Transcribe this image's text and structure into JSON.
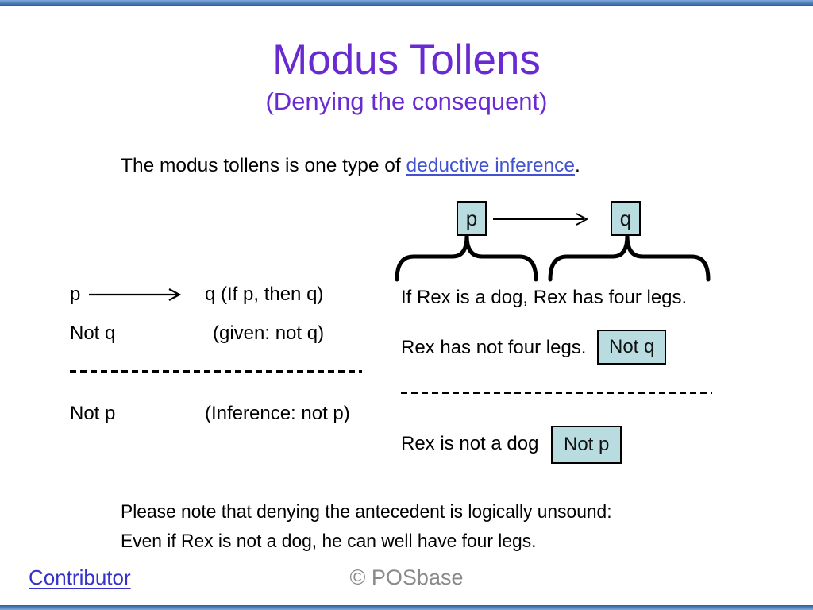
{
  "title": "Modus Tollens",
  "subtitle": "(Denying the consequent)",
  "intro": {
    "prefix": "The modus tollens is one type of ",
    "link_text": "deductive inference",
    "suffix": "."
  },
  "diagram": {
    "p_label": "p",
    "q_label": "q"
  },
  "abstract_argument": {
    "premise1_left": "p",
    "premise1_right": "q (If p, then q)",
    "premise2_left": "Not q",
    "premise2_right": "(given: not q)",
    "conclusion_left": "Not p",
    "conclusion_right": "(Inference: not p)"
  },
  "example_argument": {
    "premise1": "If Rex is a dog, Rex has four legs.",
    "premise2": "Rex has not four legs.",
    "premise2_tag": "Not q",
    "conclusion": "Rex is not a dog",
    "conclusion_tag": "Not p"
  },
  "note": {
    "line1": "Please note that denying the antecedent is logically unsound:",
    "line2": "Even if Rex is not a dog, he can well have four legs."
  },
  "footer": {
    "contributor_link": "Contributor",
    "copyright": "© POSbase"
  },
  "colors": {
    "title_purple": "#6a2ad2",
    "hyperlink_blue": "#4353d0",
    "footer_link_blue": "#3531c9",
    "copyright_gray": "#8a8a8a",
    "box_fill_cyan": "#b8dce0",
    "edge_bar_blue": "#4f81bd"
  }
}
